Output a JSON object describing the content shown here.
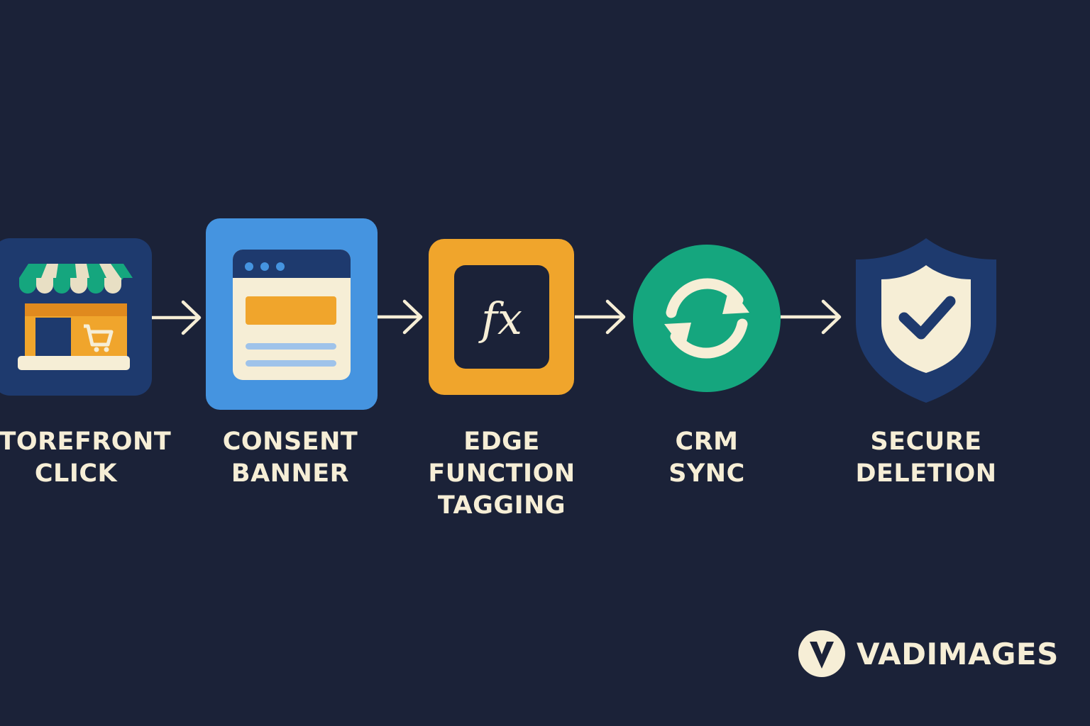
{
  "colors": {
    "background": "#1b2238",
    "text": "#f6eed6",
    "navy": "#1e3a6e",
    "blue": "#4594e0",
    "orange": "#f0a52c",
    "green": "#15a67e",
    "cream": "#f6eed6"
  },
  "steps": [
    {
      "icon": "storefront-icon",
      "lines": [
        "STOREFRONT",
        "CLICK"
      ]
    },
    {
      "icon": "browser-window-icon",
      "lines": [
        "CONSENT",
        "BANNER"
      ]
    },
    {
      "icon": "function-fx-icon",
      "glyph": "fx",
      "lines": [
        "EDGE",
        "FUNCTION",
        "TAGGING"
      ]
    },
    {
      "icon": "sync-arrows-icon",
      "lines": [
        "CRM",
        "SYNC"
      ]
    },
    {
      "icon": "shield-check-icon",
      "lines": [
        "SECURE",
        "DELETION"
      ]
    }
  ],
  "connectors": [
    "arrow-right-icon",
    "arrow-right-icon",
    "arrow-right-icon",
    "arrow-right-icon"
  ],
  "brand": {
    "logo_letter": "V",
    "name": "VADIMAGES"
  }
}
